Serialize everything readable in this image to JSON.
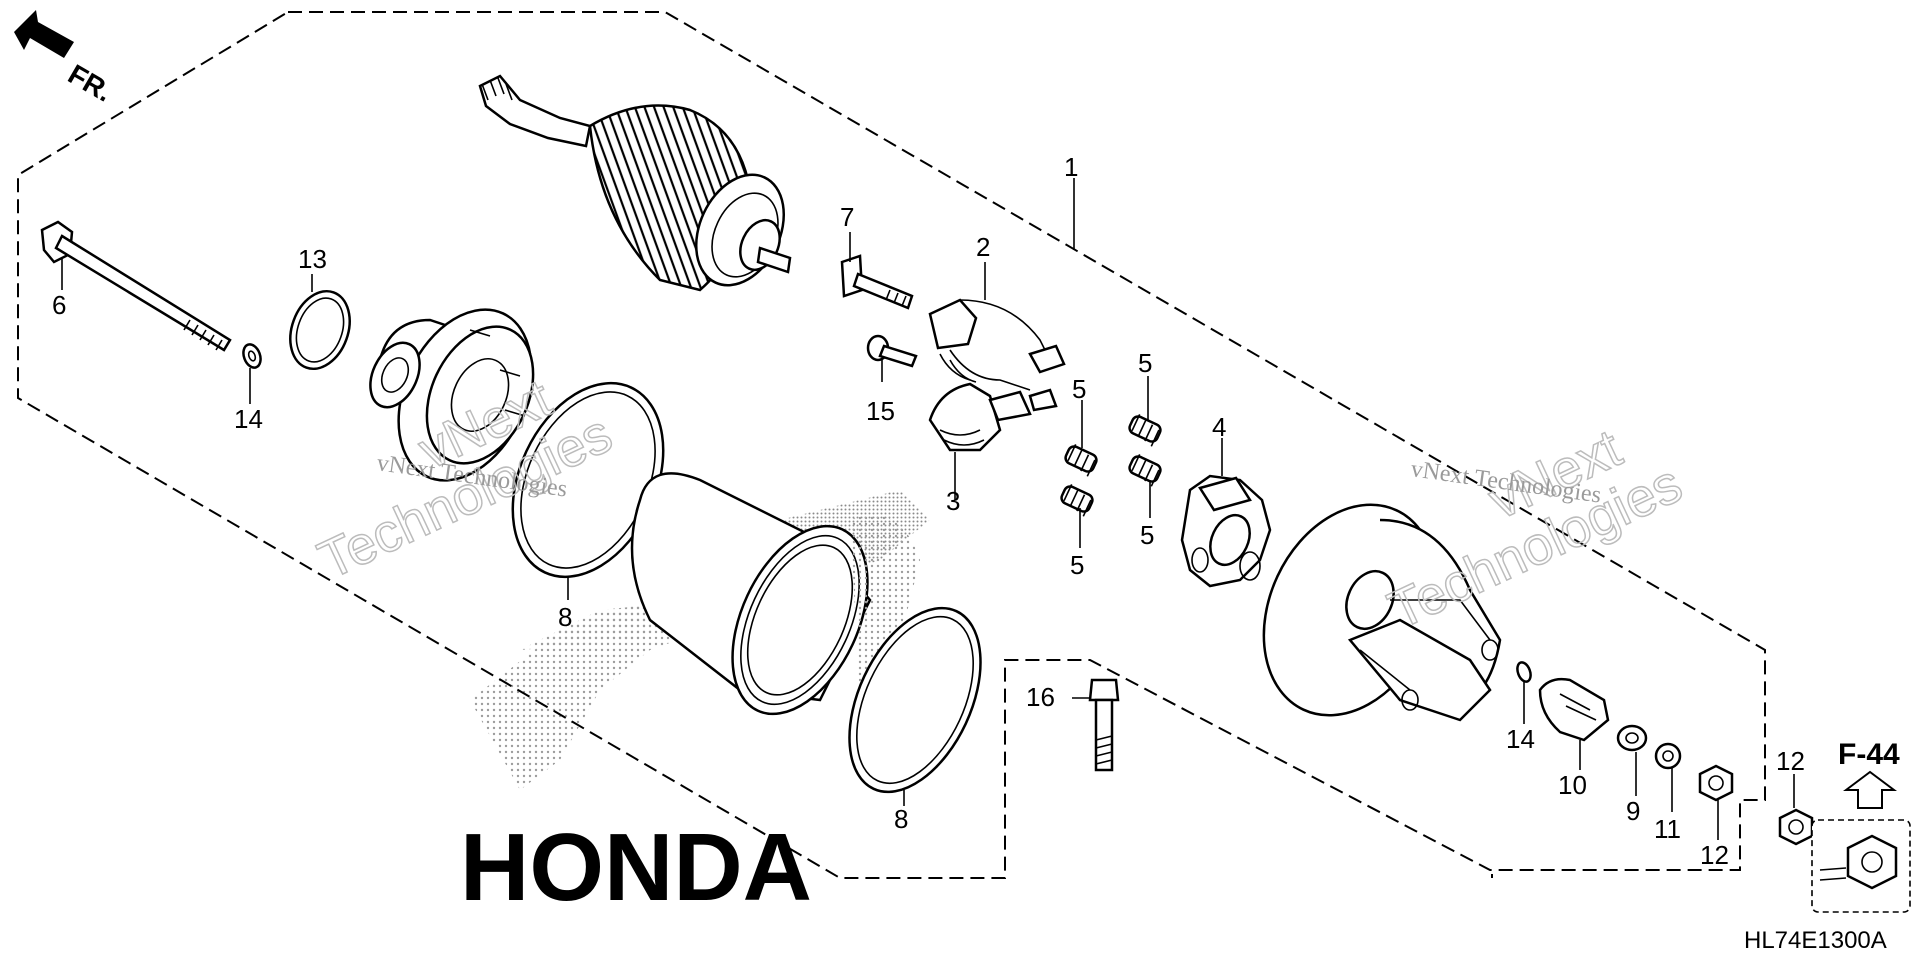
{
  "diagram": {
    "front_indicator": "FR.",
    "reference_code": "HL74E1300A",
    "page_reference": "F-44",
    "brand_watermark": "HONDA",
    "watermark": {
      "company": "vNext",
      "company_sub": "Technologies",
      "full": "vNext Technologies"
    },
    "callouts": {
      "c1": "1",
      "c2": "2",
      "c3": "3",
      "c4": "4",
      "c5a": "5",
      "c5b": "5",
      "c5c": "5",
      "c5d": "5",
      "c6": "6",
      "c7": "7",
      "c8a": "8",
      "c8b": "8",
      "c9": "9",
      "c10": "10",
      "c11": "11",
      "c12a": "12",
      "c12b": "12",
      "c13": "13",
      "c14a": "14",
      "c14b": "14",
      "c15": "15",
      "c16": "16"
    }
  }
}
